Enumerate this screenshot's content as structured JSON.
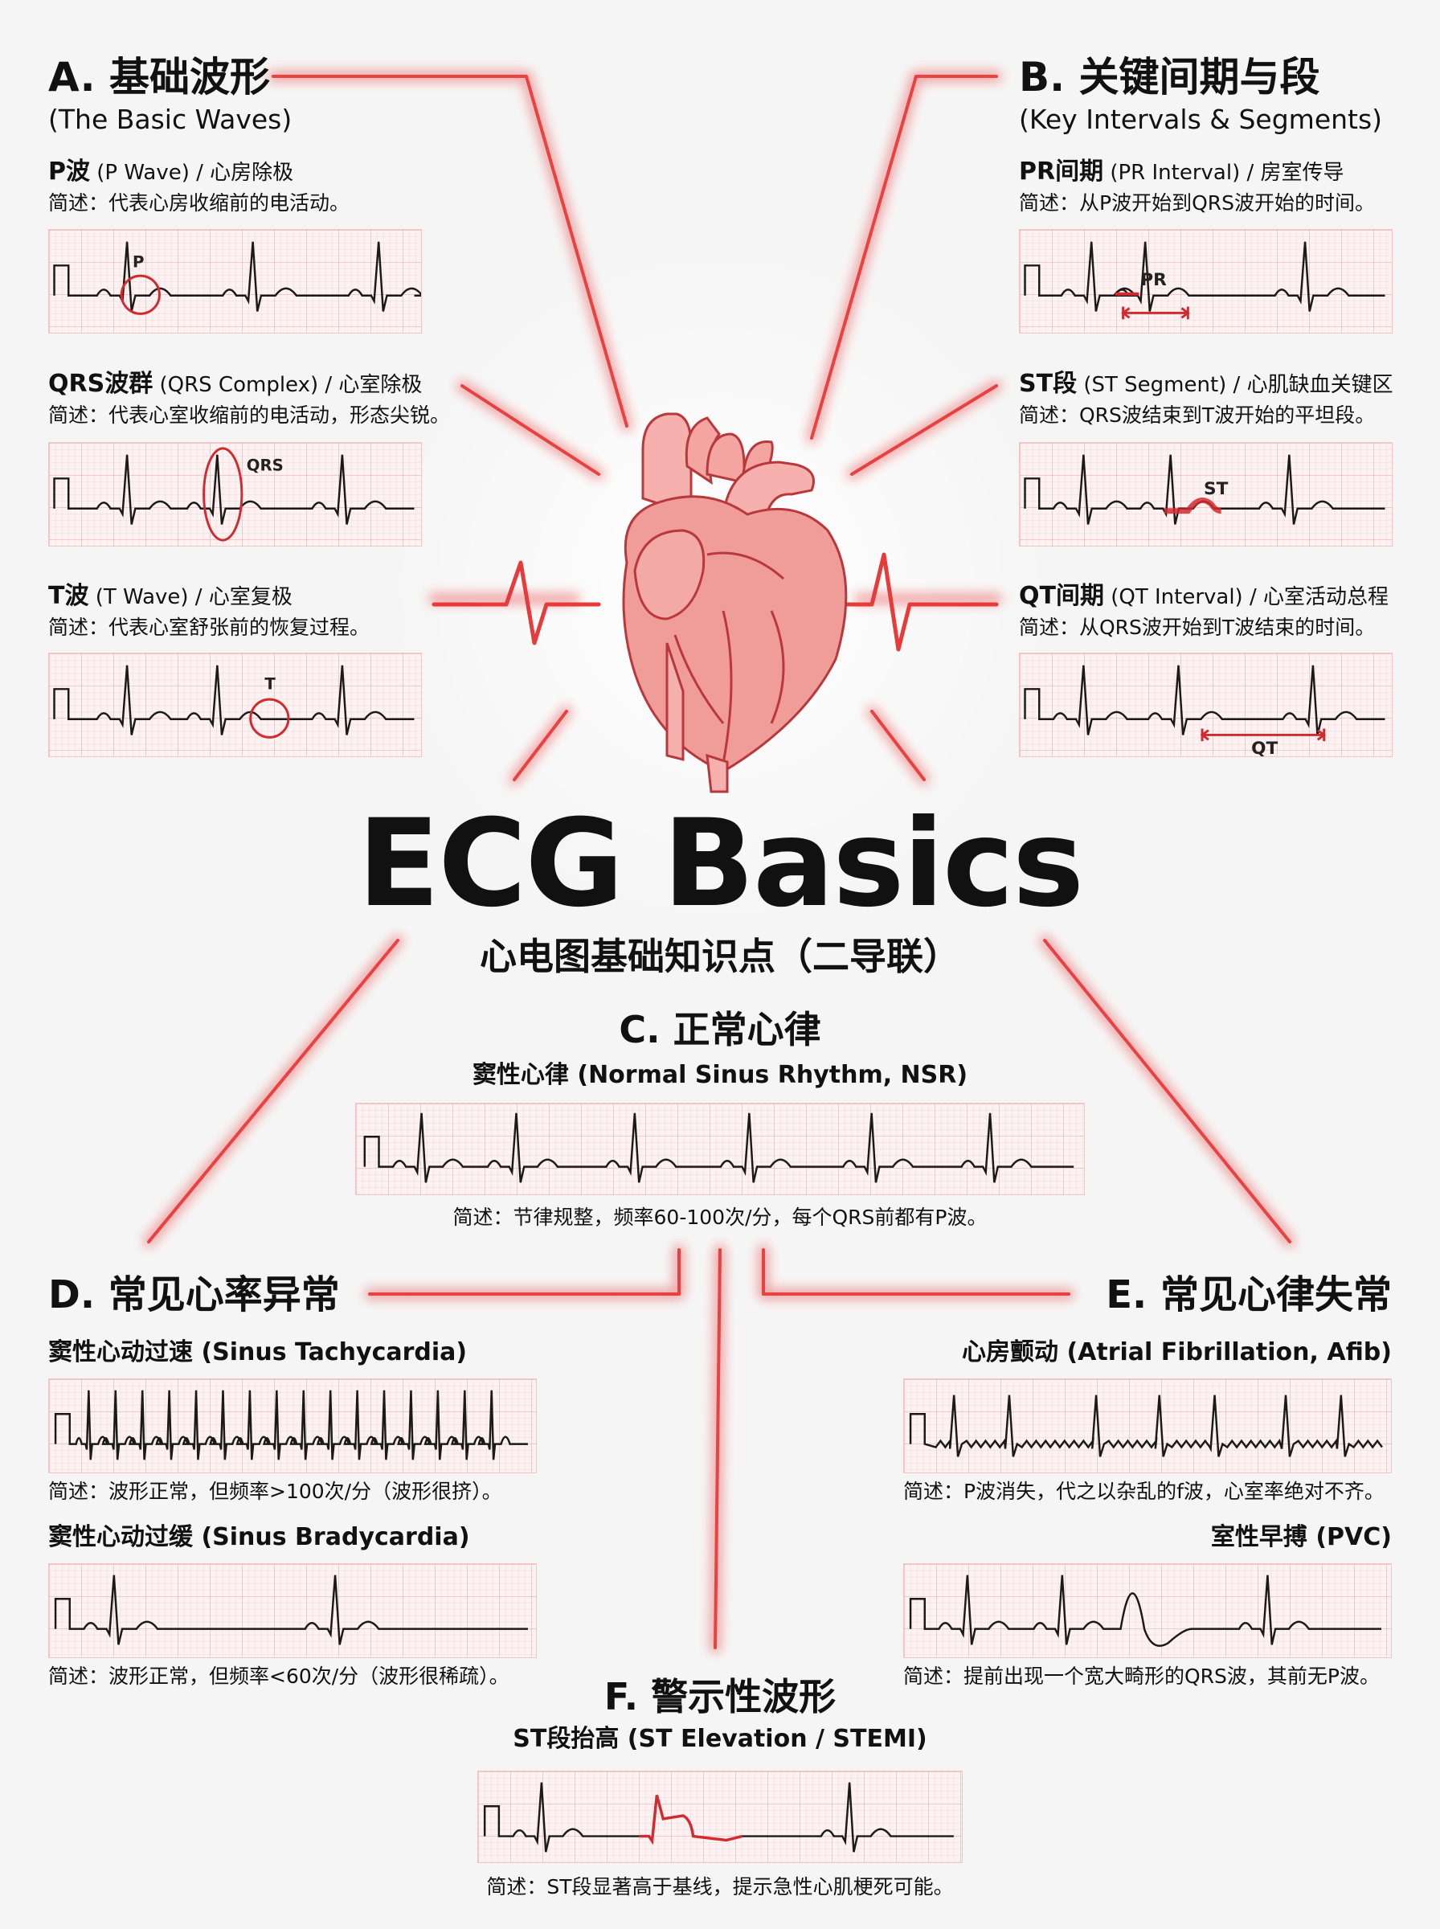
{
  "title": "ECG Basics",
  "subtitle": "心电图基础知识点（二导联）",
  "sections": {
    "A": {
      "title": "A. 基础波形",
      "subtitle": "(The Basic Waves)",
      "items": [
        {
          "name": "P波",
          "en": " (P Wave) / 心房除极",
          "desc": "简述：代表心房收缩前的电活动。",
          "label": "P"
        },
        {
          "name": "QRS波群",
          "en": " (QRS Complex) / 心室除极",
          "desc": "简述：代表心室收缩前的电活动，形态尖锐。",
          "label": "QRS"
        },
        {
          "name": "T波",
          "en": " (T Wave) / 心室复极",
          "desc": "简述：代表心室舒张前的恢复过程。",
          "label": "T"
        }
      ]
    },
    "B": {
      "title": "B. 关键间期与段",
      "subtitle": "(Key Intervals & Segments)",
      "items": [
        {
          "name": "PR间期",
          "en": " (PR Interval) / 房室传导",
          "desc": "简述：从P波开始到QRS波开始的时间。",
          "label": "PR"
        },
        {
          "name": "ST段",
          "en": " (ST Segment) / 心肌缺血关键区",
          "desc": "简述：QRS波结束到T波开始的平坦段。",
          "label": "ST"
        },
        {
          "name": "QT间期",
          "en": " (QT Interval) / 心室活动总程",
          "desc": "简述：从QRS波开始到T波结束的时间。",
          "label": "QT"
        }
      ]
    },
    "C": {
      "title": "C. 正常心律",
      "item": "窦性心律 (Normal Sinus Rhythm, NSR)",
      "desc": "简述：节律规整，频率60-100次/分，每个QRS前都有P波。"
    },
    "D": {
      "title": "D. 常见心率异常",
      "items": [
        {
          "name": "窦性心动过速 (Sinus Tachycardia)",
          "desc": "简述：波形正常，但频率>100次/分（波形很挤）。"
        },
        {
          "name": "窦性心动过缓 (Sinus Bradycardia)",
          "desc": "简述：波形正常，但频率<60次/分（波形很稀疏）。"
        }
      ]
    },
    "E": {
      "title": "E. 常见心律失常",
      "items": [
        {
          "name": "心房颤动 (Atrial Fibrillation, Afib)",
          "desc": "简述：P波消失，代之以杂乱的f波，心室率绝对不齐。"
        },
        {
          "name": "室性早搏 (PVC)",
          "desc": "简述：提前出现一个宽大畸形的QRS波，其前无P波。"
        }
      ]
    },
    "F": {
      "title": "F. 警示性波形",
      "item": "ST段抬高 (ST Elevation / STEMI)",
      "desc": "简述：ST段显著高于基线，提示急性心肌梗死可能。"
    }
  },
  "colors": {
    "accent": "#e0262b",
    "grid": "#f4c5c5",
    "trace": "#1a1a1a",
    "heart": "#f08f8c"
  }
}
